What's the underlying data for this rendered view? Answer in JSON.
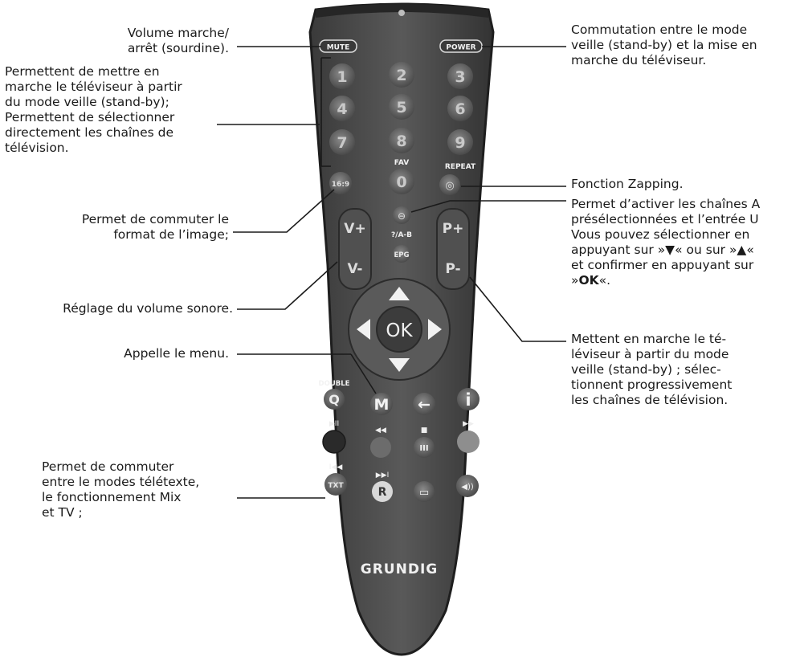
{
  "annotations": {
    "mute": "Volume marche/\narrêt (sourdine).",
    "numbers": "Permettent de mettre en\nmarche le téléviseur à partir\ndu mode veille (stand-by);\nPermettent de sélectionner\ndirectement les chaînes de\ntélévision.",
    "format": "Permet de commuter le\nformat de l’image;",
    "volume": "Réglage du volume sonore.",
    "menu": "Appelle le menu.",
    "teletext": "Permet de commuter\nentre le modes télétexte,\nle fonctionnement Mix\net TV ;",
    "power": "Commutation entre le mode\nveille (stand-by) et la mise en\nmarche du téléviseur.",
    "zapping": "Fonction Zapping.",
    "av": "Permet d’activer les chaînes A\nprésélectionnées et l’entrée U\nVous pouvez sélectionner en\nappuyant sur »▼« ou sur »▲«\net confirmer en appuyant sur\n»OK«.",
    "channels": "Mettent en marche le té-\nléviseur à partir du mode\nveille (stand-by) ; sélec-\ntionnent progressivement\nles chaînes de télévision."
  },
  "remote": {
    "brand": "GRUNDIG",
    "top_buttons": [
      "MUTE",
      "POWER"
    ],
    "digits": [
      "1",
      "2",
      "3",
      "4",
      "5",
      "6",
      "7",
      "8",
      "9"
    ],
    "row_zero": [
      "16:9",
      "0",
      "◎"
    ],
    "digit_labels": [
      "FAV",
      "REPEAT"
    ],
    "volume": [
      "V+",
      "V-"
    ],
    "programme": [
      "P+",
      "P-"
    ],
    "center": [
      "⊖",
      "?/A-B",
      "EPG"
    ],
    "nav": [
      "OK",
      "▲",
      "▼",
      "◀",
      "▶"
    ],
    "function_row": [
      "Q",
      "M",
      "←",
      "i"
    ],
    "function_labels": [
      "DOUBLE"
    ],
    "media_labels": [
      "▶II",
      "◀◀",
      "■",
      "▶▶",
      "I◀◀",
      "▶▶I"
    ],
    "bottom_buttons": [
      "TXT",
      "R",
      "▭",
      "◀))",
      "III"
    ]
  }
}
